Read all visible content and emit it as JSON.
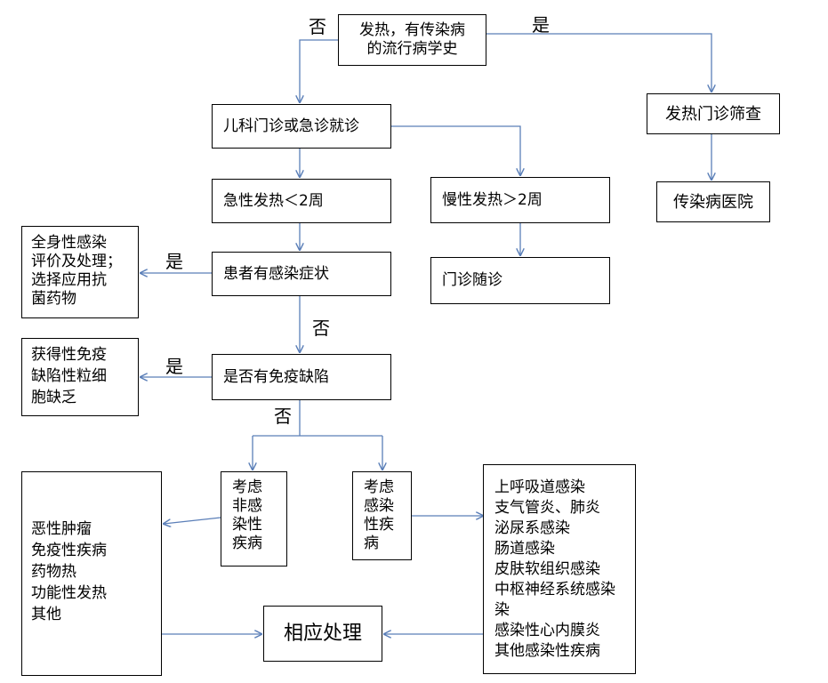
{
  "nodes": {
    "root": "发热，有传染病\n的流行病学史",
    "fever_clinic": "发热门诊筛查",
    "infectious_hospital": "传染病医院",
    "pediatric": "儿科门诊或急诊就诊",
    "acute": "急性发热＜2周",
    "chronic": "慢性发热＞2周",
    "followup": "门诊随诊",
    "symptoms": "患者有感染症状",
    "systemic": "全身性感染\n评价及处理；\n选择应用抗\n菌药物",
    "immunodef": "是否有免疫缺陷",
    "acquired": "获得性免疫\n缺陷性粒细\n胞缺乏",
    "noninfectious": "考虑\n非感\n染性\n疾病",
    "infectious": "考虑\n感染\n性疾\n病",
    "noninf_list": "恶性肿瘤\n免疫性疾病\n药物热\n功能性发热\n其他",
    "inf_list": "上呼吸道感染\n支气管炎、肺炎\n泌尿系感染\n肠道感染\n皮肤软组织感染\n中枢神经系统感染\n染\n感染性心内膜炎\n其他感染性疾病",
    "handling": "相应处理"
  },
  "labels": {
    "root_no": "否",
    "root_yes": "是",
    "symptoms_yes": "是",
    "symptoms_no": "否",
    "immunodef_yes": "是",
    "immunodef_no": "否"
  },
  "colors": {
    "arrow": "#5b7fb8",
    "border": "#000000"
  }
}
